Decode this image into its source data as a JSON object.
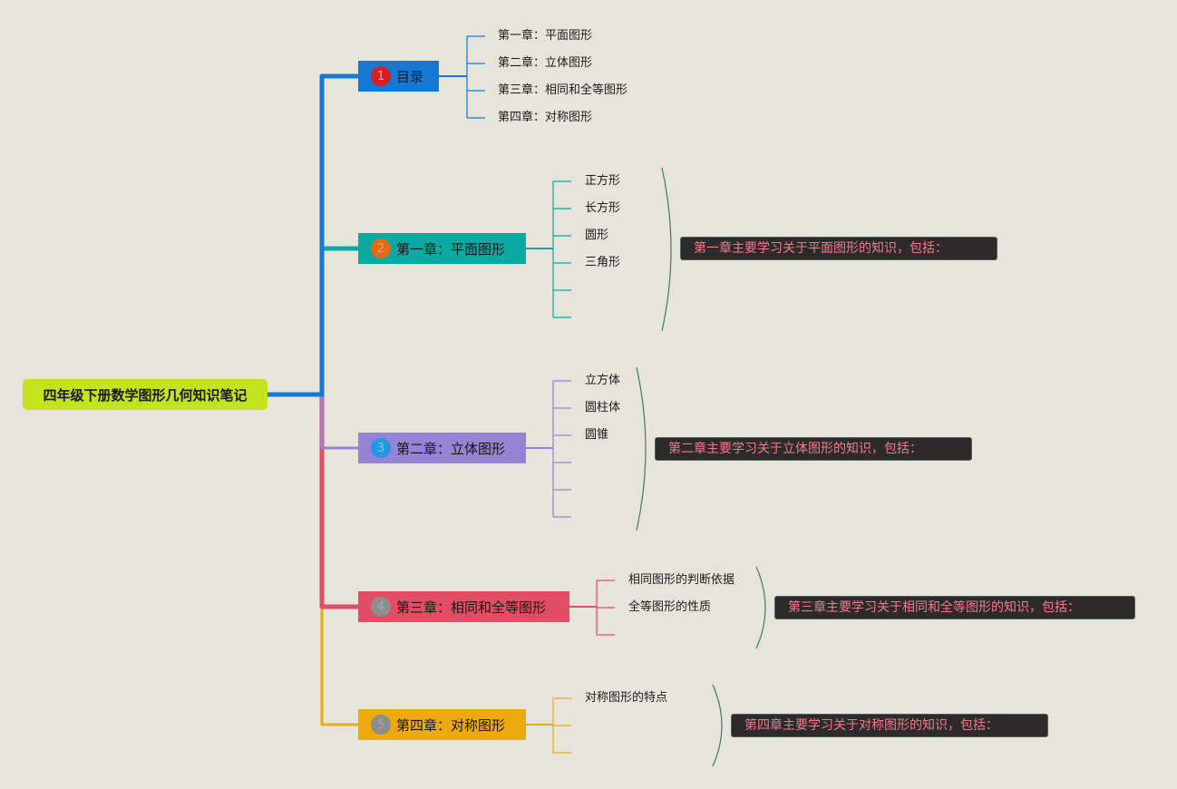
{
  "root": {
    "title": "四年级下册数学图形几何知识笔记"
  },
  "colors": {
    "background": "#e7e4dc",
    "root": "#c3e21f",
    "toc": "#1479d4",
    "ch1": "#0aa9a1",
    "ch2": "#9584d5",
    "ch3": "#e14e63",
    "ch4": "#eeaa0d"
  },
  "branches": [
    {
      "number": "1",
      "label": "目录",
      "color": "#1479d4",
      "badge_color": "#d81e1e",
      "children": [
        "第一章：平面图形",
        "第二章：立体图形",
        "第三章：相同和全等图形",
        "第四章：对称图形"
      ]
    },
    {
      "number": "2",
      "label": "第一章：平面图形",
      "color": "#0aa9a1",
      "badge_color": "#df6d19",
      "children": [
        "正方形",
        "长方形",
        "圆形",
        "三角形",
        "",
        ""
      ],
      "summary": "第一章主要学习关于平面图形的知识，包括："
    },
    {
      "number": "3",
      "label": "第二章：立体图形",
      "color": "#9584d5",
      "badge_color": "#2399e6",
      "children": [
        "立方体",
        "圆柱体",
        "圆锥",
        "",
        "",
        ""
      ],
      "summary": "第二章主要学习关于立体图形的知识，包括："
    },
    {
      "number": "4",
      "label": "第三章：相同和全等图形",
      "color": "#e14e63",
      "badge_color": "#8d8d8d",
      "children": [
        "相同图形的判断依据",
        "全等图形的性质",
        ""
      ],
      "summary": "第三章主要学习关于相同和全等图形的知识，包括："
    },
    {
      "number": "5",
      "label": "第四章：对称图形",
      "color": "#eeaa0d",
      "badge_color": "#8d8d8d",
      "children": [
        "对称图形的特点",
        "",
        ""
      ],
      "summary": "第四章主要学习关于对称图形的知识，包括："
    }
  ]
}
